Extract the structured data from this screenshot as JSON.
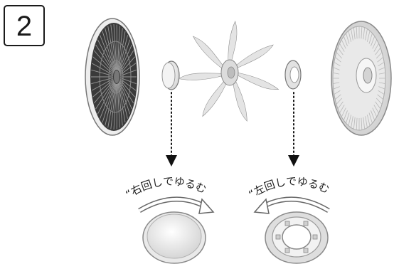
{
  "step": {
    "number": "2"
  },
  "labels": {
    "left_instruction": "“右回しでゆるむ",
    "right_instruction": "“左回しでゆるむ"
  },
  "colors": {
    "grille_dark": "#3a3a3a",
    "part_light": "#e6e6e6",
    "outline": "#555555",
    "text": "#222222"
  },
  "icons": {
    "front_guard": "front-guard-icon",
    "blade_cap": "blade-cap-icon",
    "fan_blade": "fan-blade-icon",
    "spinner": "spinner-icon",
    "rear_guard": "rear-guard-icon",
    "cap_top_view": "cap-top-view-icon",
    "spinner_top_view": "spinner-top-view-icon"
  }
}
